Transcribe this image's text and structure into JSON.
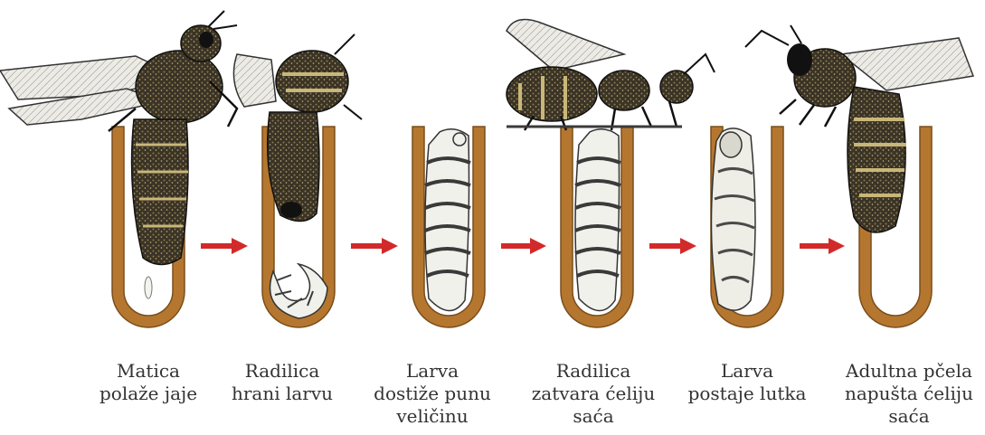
{
  "colors": {
    "cell": "#b5772f",
    "cell_edge": "#7a4e1c",
    "arrow": "#d22a2a",
    "text": "#333333",
    "larva": "#f1f1ec",
    "larva_stripe": "#3a3a3a",
    "bee_body": "#2e2a22",
    "bee_wing": "#e8e8e4"
  },
  "stages": [
    {
      "id": "queen-lays-egg",
      "icon": "queen-bee-laying-egg-icon",
      "lines": [
        "Matica",
        "polaže jaje"
      ]
    },
    {
      "id": "worker-feeds-larva",
      "icon": "worker-bee-feeding-larva-icon",
      "lines": [
        "Radilica",
        "hrani larvu"
      ]
    },
    {
      "id": "larva-full-size",
      "icon": "full-grown-larva-icon",
      "lines": [
        "Larva",
        "dostiže punu",
        "veličinu"
      ]
    },
    {
      "id": "worker-caps-cell",
      "icon": "worker-bee-capping-cell-icon",
      "lines": [
        "Radilica",
        "zatvara ćeliju",
        "saća"
      ]
    },
    {
      "id": "larva-becomes-pupa",
      "icon": "pupa-icon",
      "lines": [
        "Larva",
        "postaje lutka"
      ]
    },
    {
      "id": "adult-leaves-cell",
      "icon": "adult-bee-emerging-icon",
      "lines": [
        "Adultna  pčela",
        "napušta ćeliju",
        "saća"
      ]
    }
  ]
}
